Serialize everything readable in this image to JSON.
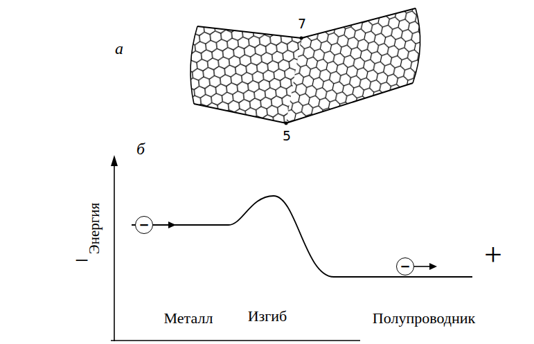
{
  "diagram": {
    "nodes": [
      {
        "text": [
          "−"
        ]
      },
      {
        "text": [
          "−"
        ]
      }
    ],
    "labels": [
      "а",
      "7",
      "5",
      "б",
      "Энергия",
      "−",
      "+",
      "Металл",
      "Изгиб",
      "Полупроводник"
    ]
  }
}
